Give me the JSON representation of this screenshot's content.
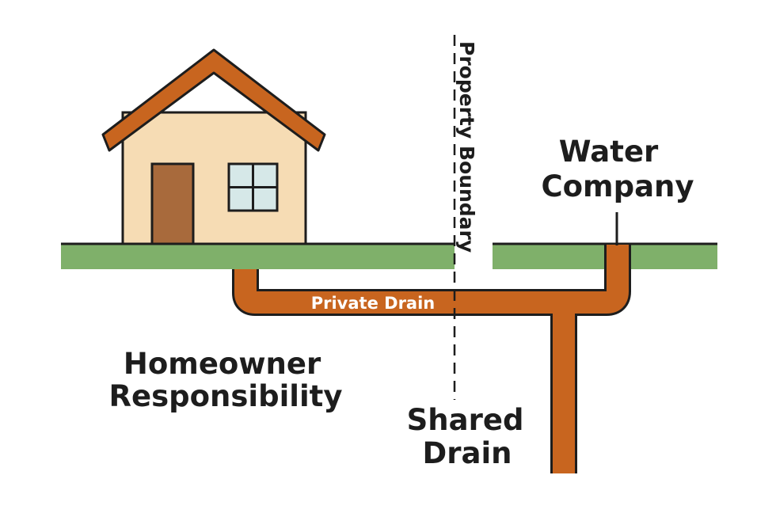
{
  "labels": {
    "property_boundary": "Property Boundary",
    "water_company": [
      "Water",
      "Company"
    ],
    "private_drain": "Private Drain",
    "homeowner": [
      "Homeowner",
      "Responsibility"
    ],
    "shared_drain": [
      "Shared",
      "Drain"
    ]
  },
  "colors": {
    "pipe": "#c8651f",
    "outline": "#1d1d1d",
    "ground": "#7fb06a",
    "house_wall": "#f6dcb4",
    "roof": "#c8651f",
    "door": "#a86a3c",
    "window": "#d6e8e8"
  }
}
